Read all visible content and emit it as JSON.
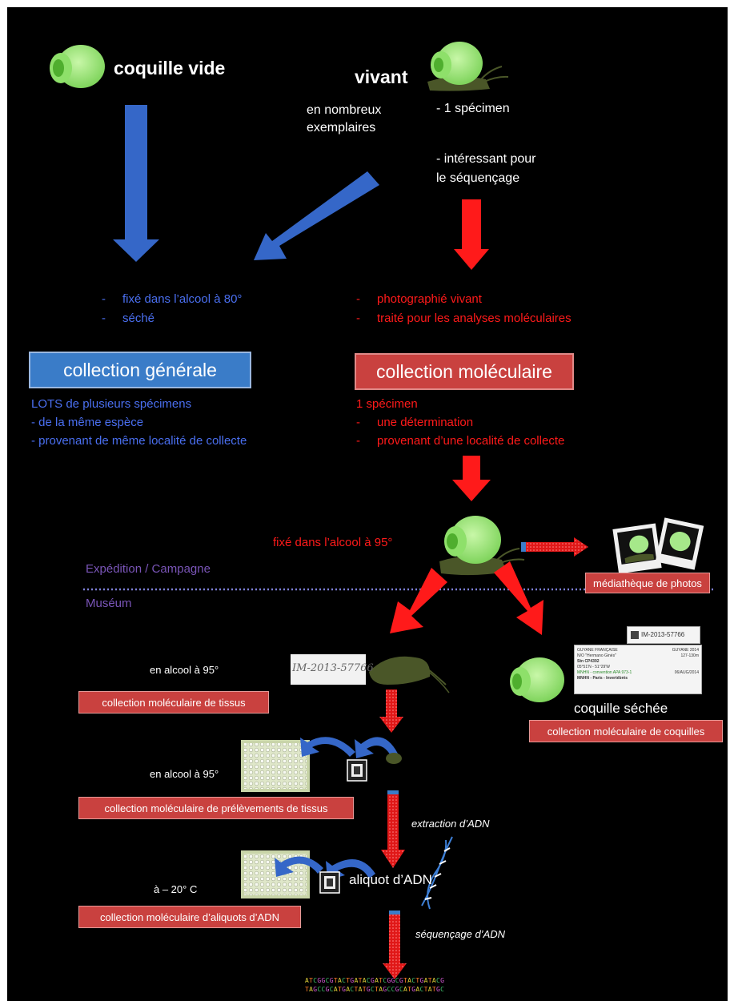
{
  "top": {
    "empty_shell": "coquille vide",
    "alive": "vivant",
    "many_specimens": [
      "en nombreux",
      "exemplaires"
    ],
    "one_specimen": "- 1 spécimen",
    "sequencing_interest": [
      "- intéressant pour",
      "le séquençage"
    ]
  },
  "blue_steps": [
    "fixé dans l’alcool à 80°",
    "séché"
  ],
  "red_steps": [
    "photographié vivant",
    "traité pour les analyses moléculaires"
  ],
  "general_collection": {
    "title": "collection générale",
    "lines": [
      "LOTS de plusieurs spécimens",
      "- de la même espèce",
      "- provenant de même localité de collecte"
    ]
  },
  "molecular_collection": {
    "title": "collection moléculaire",
    "lines": [
      "1 spécimen",
      "une détermination",
      "provenant d’une localité de collecte"
    ]
  },
  "fixed_95": "fixé dans l’alcool à 95°",
  "photo_library": "médiathèque de photos",
  "expedition": "Expédition / Campagne",
  "museum": "Muséum",
  "tissue": {
    "condition": "en alcool à 95°",
    "label": "collection moléculaire de tissus",
    "tag": "IM-2013-57766"
  },
  "shell": {
    "label_top": "coquille séchée",
    "label": "collection moléculaire de coquilles",
    "tag": "IM-2013-57766",
    "card_lines": [
      "GUYANE FRANÇAISE",
      "N/O \"Hermano Ginés\"",
      "Stn CP4392",
      "05°51'N - 51°29'W",
      "MNHN - convention APA 973-1",
      "MNHN - Paris - Invertébrés"
    ],
    "card_right": [
      "GUYANE 2014",
      "127-130m",
      "",
      "",
      "06/AUG/2014"
    ]
  },
  "tissue_samples": {
    "condition": "en alcool à 95°",
    "label": "collection moléculaire de prélèvements de tissus"
  },
  "extraction": "extraction d’ADN",
  "aliquots": {
    "condition": "à – 20° C",
    "name": "aliquot d’ADN",
    "label": "collection moléculaire d’aliquots d’ADN"
  },
  "sequencing": "séquençage d’ADN",
  "sequence": {
    "line1": "ATCGGCGTACTGATACGATCGGCGTACTGATACG",
    "line2": "TAGCCGCATGACTATGCTAGCCGCATGACTATGC"
  },
  "colors": {
    "blue_arrow": "#3567c8",
    "red_arrow": "#ff1a1a",
    "blue_box": "#3a7cc8",
    "red_box": "#c9413f",
    "shell_green": "#a6e88a",
    "body_olive": "#4a5628",
    "dotted_line": "#7d7fd6"
  }
}
